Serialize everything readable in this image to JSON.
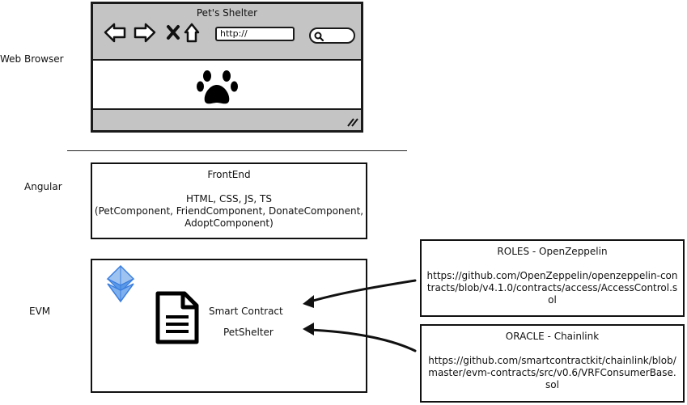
{
  "rows": {
    "web_browser": "Web Browser",
    "angular": "Angular",
    "evm": "EVM"
  },
  "browser": {
    "title": "Pet's Shelter",
    "url_text": "http://",
    "icons": [
      "back-arrow-icon",
      "forward-arrow-icon",
      "close-x-icon",
      "home-icon",
      "search-icon",
      "paw-icon",
      "resize-handle-icon"
    ]
  },
  "frontend": {
    "title": "FrontEnd",
    "tech": "HTML, CSS, JS, TS",
    "components": "(PetComponent, FriendComponent, DonateComponent,",
    "components_2": "AdoptComponent)"
  },
  "evm_box": {
    "contract_label": "Smart Contract",
    "contract_name": "PetShelter",
    "icons": [
      "ethereum-icon",
      "document-icon"
    ],
    "accent_color": "#3b7fe0"
  },
  "roles": {
    "title": "ROLES - OpenZeppelin",
    "url": "https://github.com/OpenZeppelin/openzeppelin-contracts/blob/v4.1.0/contracts/access/AccessControl.sol"
  },
  "oracle": {
    "title": "ORACLE - Chainlink",
    "url": "https://github.com/smartcontractkit/chainlink/blob/master/evm-contracts/src/v0.6/VRFConsumerBase.sol"
  }
}
